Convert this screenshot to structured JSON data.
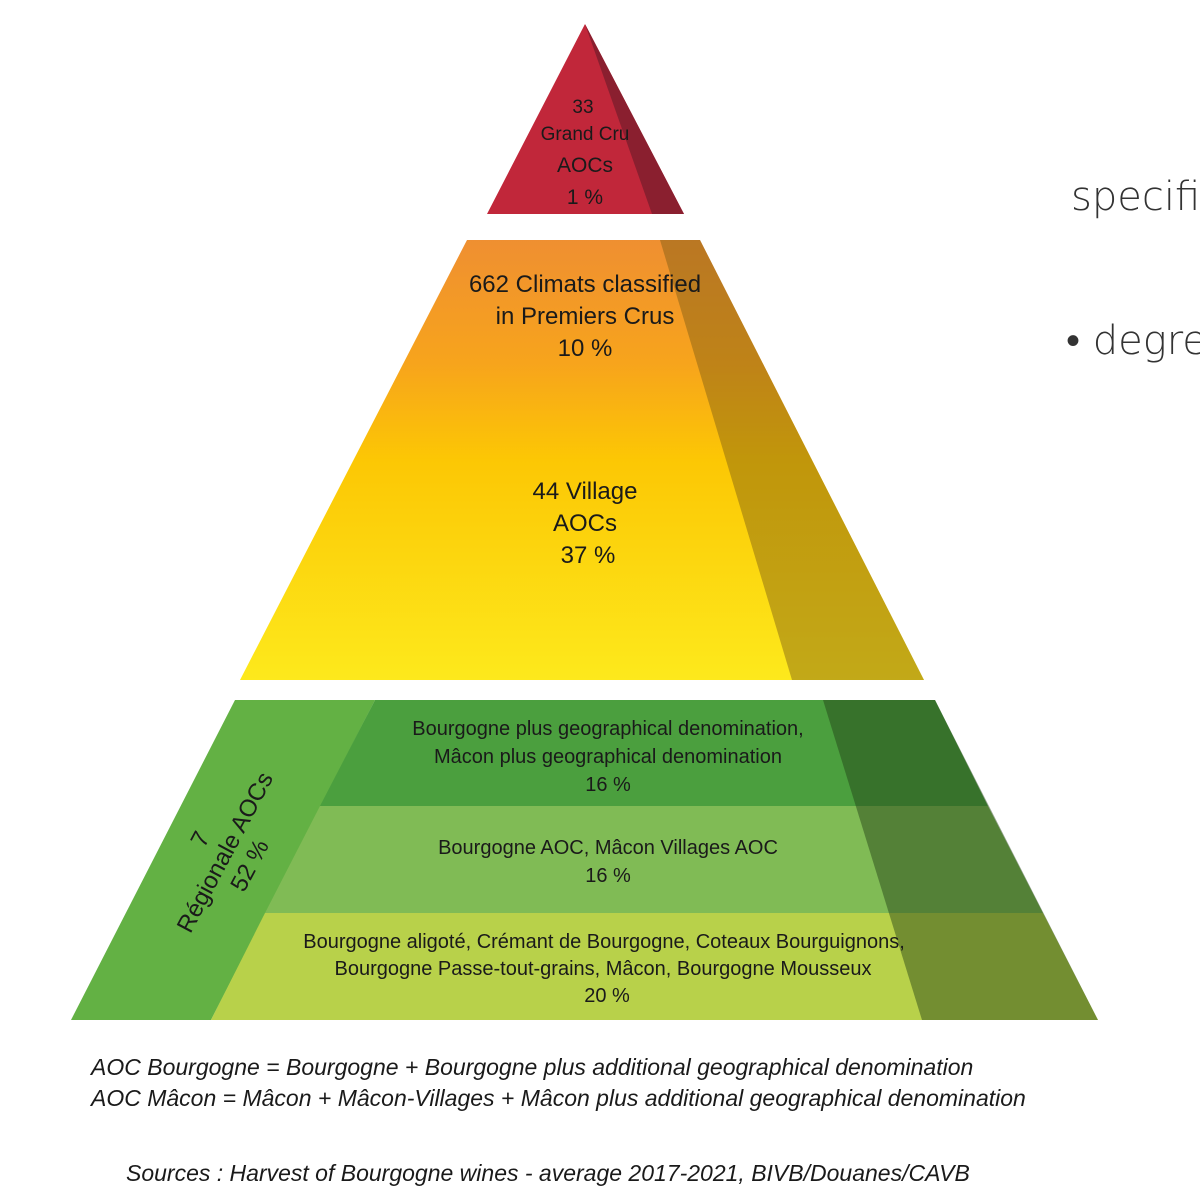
{
  "pyramid": {
    "grand_cru": {
      "count": "33",
      "name": "Grand Cru",
      "aocs": "AOCs",
      "share": "1 %"
    },
    "premier_cru": {
      "line1": "662 Climats classified",
      "line2": "in Premiers Crus",
      "share": "10 %"
    },
    "village": {
      "line1": "44 Village",
      "line2": "AOCs",
      "share": "37 %"
    },
    "regional": {
      "summary": {
        "count": "7",
        "name": "Régionale AOCs",
        "share": "52 %"
      },
      "tiers": [
        {
          "line1": "Bourgogne plus geographical denomination,",
          "line2": "Mâcon plus geographical denomination",
          "share": "16 %"
        },
        {
          "line1": "Bourgogne AOC, Mâcon Villages AOC",
          "share": "16 %"
        },
        {
          "line1": "Bourgogne aligoté, Crémant de Bourgogne, Coteaux Bourguignons,",
          "line2": "Bourgogne Passe-tout-grains, Mâcon, Bourgogne Mousseux",
          "share": "20 %"
        }
      ]
    }
  },
  "side_text": {
    "line1": "specifi",
    "line2": "• degre"
  },
  "notes": [
    "AOC Bourgogne = Bourgogne + Bourgogne plus additional geographical denomination",
    "AOC Mâcon = Mâcon + Mâcon-Villages + Mâcon plus additional geographical denomination"
  ],
  "source": "Sources : Harvest of Bourgogne wines - average 2017-2021, BIVB/Douanes/CAVB",
  "colors": {
    "grand_cru": "#c1273a",
    "premier_top": "#ef8f31",
    "village_mid": "#fcc704",
    "village_bottom": "#fde91c",
    "regional_left": "#63b144",
    "regional_tier1": "#4b9f3e",
    "regional_tier2": "#80bb55",
    "regional_tier3": "#b8d14a"
  }
}
